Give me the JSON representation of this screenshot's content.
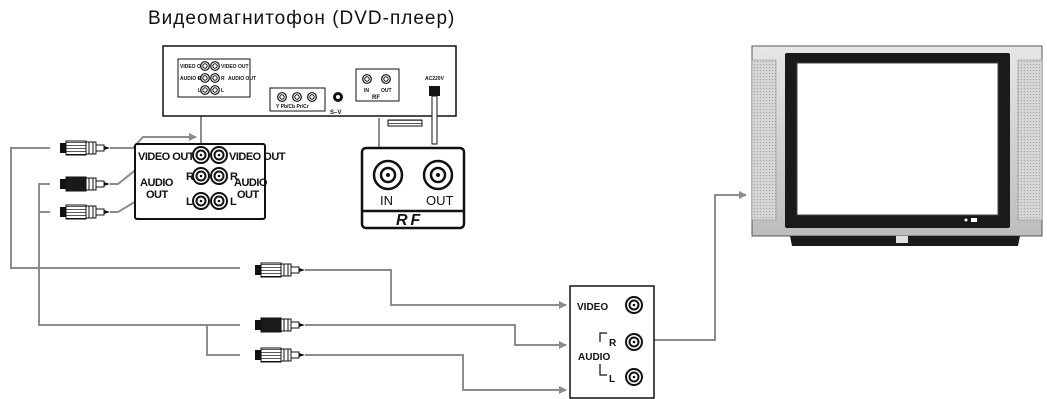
{
  "title": "Видеомагнитофон (DVD-плеер)",
  "dvd_player": {
    "small_video_out_left": "VIDEO OUT",
    "small_video_out_right": "VIDEO OUT",
    "small_audio_out_left": "AUDIO OUT",
    "small_audio_out_right": "AUDIO OUT",
    "small_r_left": "R",
    "small_r_right": "R",
    "small_l_left": "L",
    "small_l_right": "L",
    "component_labels": "Y  Pb/Cb  Pr/Cr",
    "svideo_label": "S–V",
    "rf_in": "IN",
    "rf_out": "OUT",
    "rf_label": "RF",
    "power_label": "AC220V"
  },
  "av_zoom": {
    "video_out_left": "VIDEO OUT",
    "video_out_right": "VIDEO OUT",
    "audio_left": "AUDIO",
    "out_left": "OUT",
    "audio_right": "AUDIO",
    "out_right": "OUT",
    "r_left": "R",
    "r_right": "R",
    "l_left": "L",
    "l_right": "L"
  },
  "rf_zoom": {
    "in_label": "IN",
    "out_label": "OUT",
    "rf_label": "RF"
  },
  "tv_input_panel": {
    "video_label": "VIDEO",
    "r_label": "R",
    "audio_label": "AUDIO",
    "l_label": "L"
  },
  "colors": {
    "wire": "#8c8c8c",
    "outline": "#111111",
    "plug_white": "#ffffff",
    "plug_red": "#1a1a1a"
  }
}
